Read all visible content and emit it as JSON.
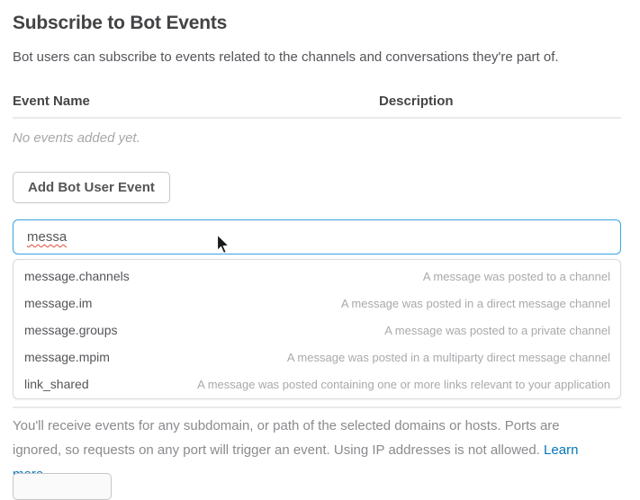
{
  "header": {
    "title": "Subscribe to Bot Events",
    "subtitle": "Bot users can subscribe to events related to the channels and conversations they're part of."
  },
  "table": {
    "columns": [
      "Event Name",
      "Description"
    ],
    "empty_message": "No events added yet."
  },
  "add_button_label": "Add Bot User Event",
  "search": {
    "value": "messa"
  },
  "dropdown": {
    "items": [
      {
        "name": "message.channels",
        "description": "A message was posted to a channel"
      },
      {
        "name": "message.im",
        "description": "A message was posted in a direct message channel"
      },
      {
        "name": "message.groups",
        "description": "A message was posted to a private channel"
      },
      {
        "name": "message.mpim",
        "description": "A message was posted in a multiparty direct message channel"
      },
      {
        "name": "link_shared",
        "description": "A message was posted containing one or more links relevant to your application"
      }
    ]
  },
  "footer": {
    "text": "You'll receive events for any subdomain, or path of the selected domains or hosts. Ports are ignored, so requests on any port will trigger an event. Using IP addresses is not allowed. ",
    "link_label": "Learn more."
  },
  "colors": {
    "accent_blue": "#38a3e0",
    "link_blue": "#0576b9",
    "divider": "#e9e9e9",
    "text_dark": "#454545",
    "text_body": "#55545a",
    "text_muted": "#a8a7ab",
    "border_gray": "#c7c7c7"
  }
}
